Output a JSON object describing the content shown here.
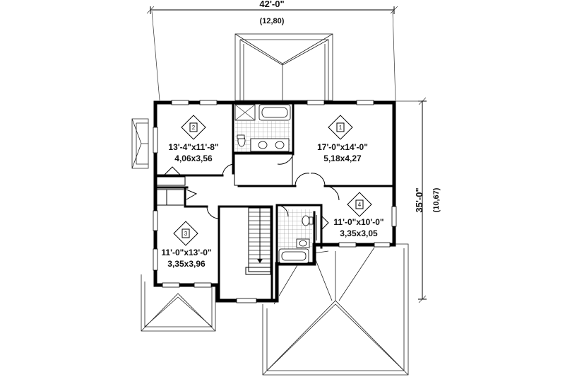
{
  "dimensions": {
    "width_imperial": "42'-0\"",
    "width_metric": "(12,80)",
    "depth_imperial": "35'-0\"",
    "depth_metric": "(10,67)"
  },
  "rooms": [
    {
      "tag": "1",
      "imperial": "17'-0\"x14'-0\"",
      "metric": "5,18x4,27"
    },
    {
      "tag": "2",
      "imperial": "13'-4\"x11'-8\"",
      "metric": "4,06x3,56"
    },
    {
      "tag": "3",
      "imperial": "11'-0\"x13'-0\"",
      "metric": "3,35x3,96"
    },
    {
      "tag": "4",
      "imperial": "11'-0\"x10'-0\"",
      "metric": "3,35x3,05"
    }
  ]
}
